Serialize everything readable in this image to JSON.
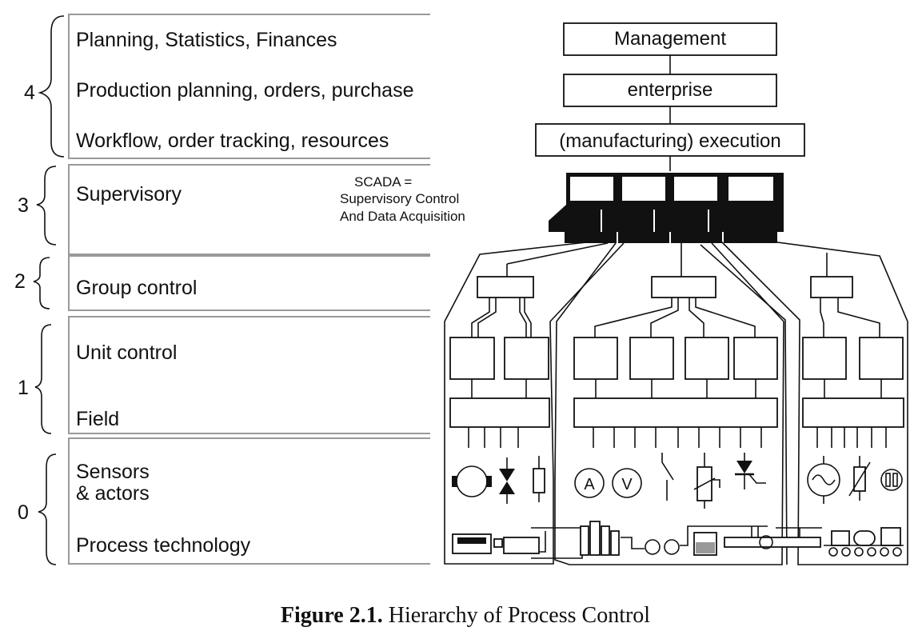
{
  "levels": [
    {
      "number": "4",
      "items": [
        "Planning, Statistics, Finances",
        "Production planning, orders, purchase",
        "Workflow, order tracking, resources"
      ]
    },
    {
      "number": "3",
      "items": [
        "Supervisory"
      ]
    },
    {
      "number": "2",
      "items": [
        "Group control"
      ]
    },
    {
      "number": "1",
      "items": [
        "Unit control",
        "Field"
      ]
    },
    {
      "number": "0",
      "items": [
        "Sensors",
        "& actors",
        "Process technology"
      ]
    }
  ],
  "scada": {
    "line1": "SCADA =",
    "line2": "Supervisory Control",
    "line3": "And Data Acquisition"
  },
  "top_boxes": [
    "Management",
    "enterprise",
    "(manufacturing) execution"
  ],
  "symbols": {
    "ammeter": "A",
    "voltmeter": "V"
  },
  "caption": {
    "label": "Figure 2.1.",
    "text": " Hierarchy of Process Control"
  }
}
